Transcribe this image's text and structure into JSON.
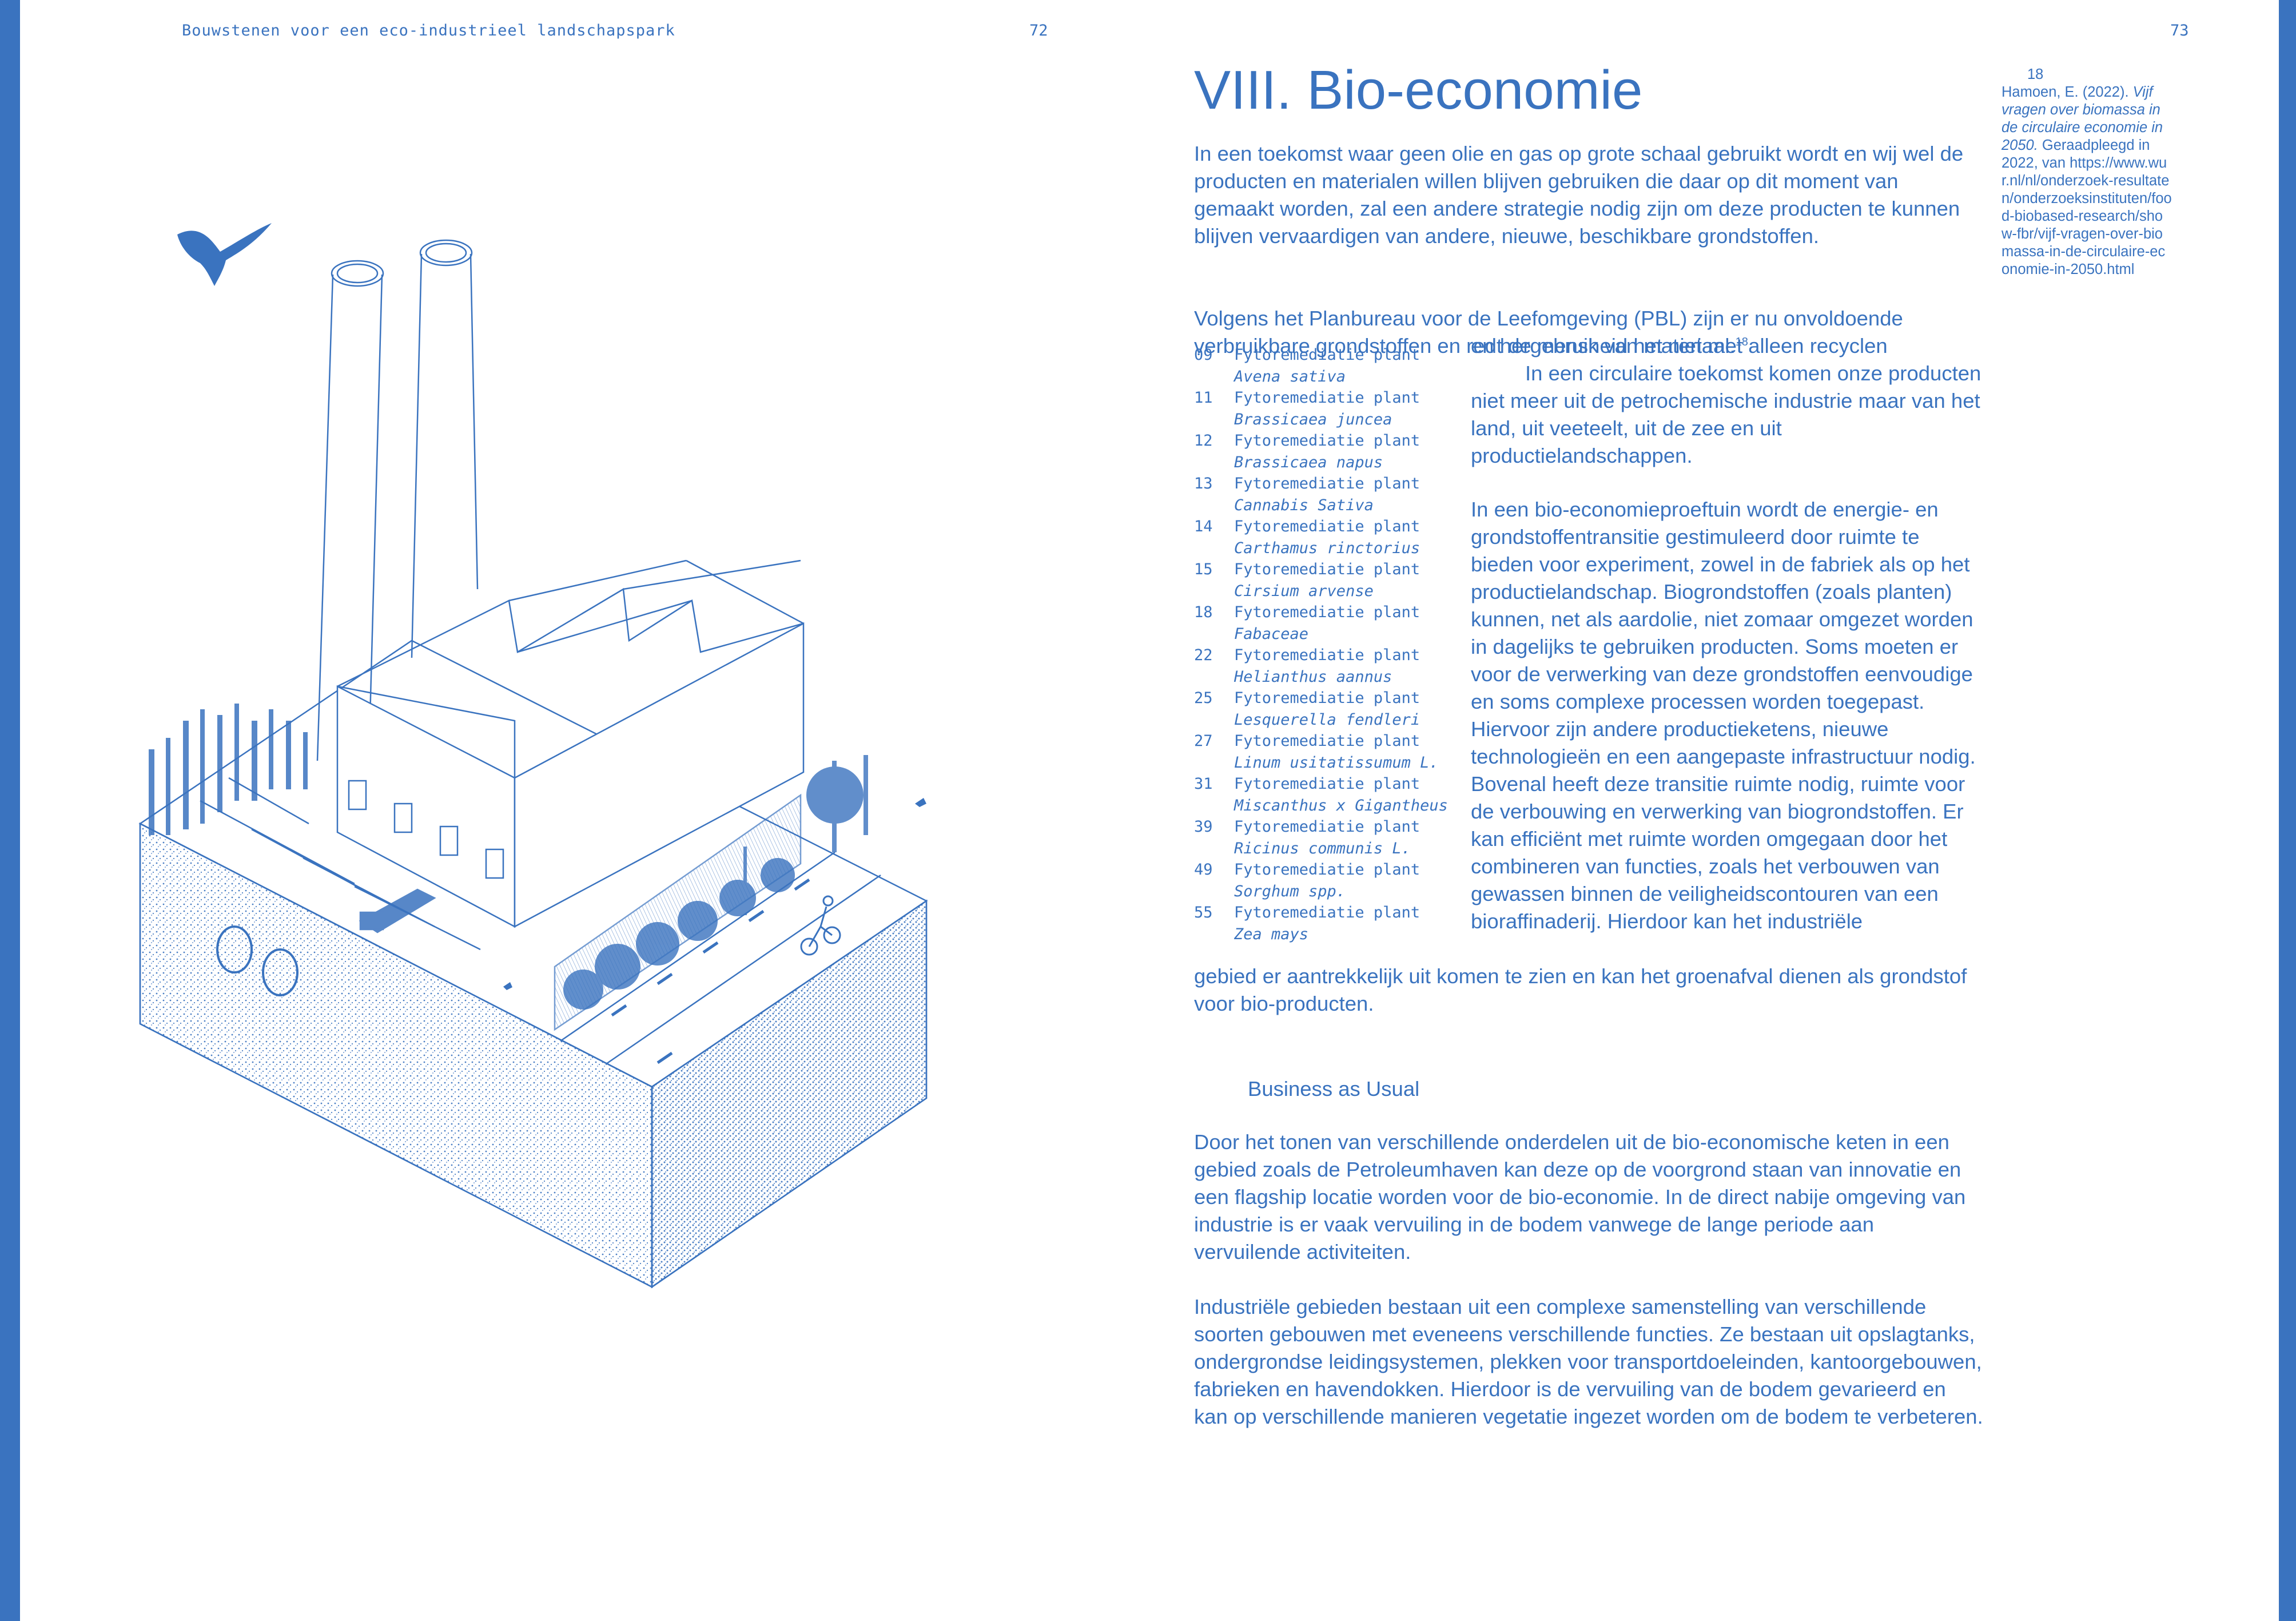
{
  "header": {
    "running_title": "Bouwstenen voor een eco-industrieel landschapspark",
    "page_left": "72",
    "page_right": "73"
  },
  "chapter": {
    "title": "VIII. Bio-economie"
  },
  "paragraphs": {
    "intro": "In een toekomst waar geen olie en gas op grote schaal gebruikt wordt en wij wel de producten en materialen willen blijven gebruiken die daar op dit moment van gemaakt worden, zal een andere strategie nodig zijn om deze producten te kunnen blijven vervaardigen van andere, nieuwe, beschikbare grondstoffen.",
    "pbl_a": "Volgens het Planbureau voor de Leefomgeving (PBL) zijn er nu onvoldoende verbruikbare grondstoffen en redt de mensheid het niet met alleen recyclen",
    "pbl_b": "en hergebruik van materiaal.",
    "pbl_ref": "18",
    "pbl_c": "In een circulaire toekomst komen onze producten niet meer uit de petrochemische industrie maar van het land, uit veeteelt, uit de zee en uit productielandschappen.",
    "proeftuin": "In een bio-economieproeftuin wordt de energie- en grondstoffentransitie gestimuleerd door ruimte te bieden voor experiment, zowel in de fabriek als op het productielandschap. Biogrondstoffen (zoals planten) kunnen, net als aardolie, niet zomaar omgezet worden in dagelijks te gebruiken producten. Soms moeten er voor de verwerking van deze grondstoffen eenvoudige en soms complexe processen worden toegepast. Hiervoor zijn andere productieketens, nieuwe technologieën en een aangepaste infrastructuur nodig. Bovenal heeft deze transitie ruimte nodig, ruimte voor de verbouwing en verwerking van biogrondstoffen. Er kan efficiënt met ruimte worden omgegaan door het combineren van functies, zoals het verbouwen van gewassen binnen de veiligheidscontouren van een bioraffinaderij. Hierdoor kan het industriële",
    "proeftuin_cont": "gebied er aantrekkelijk uit komen te zien en kan het groenafval dienen als grondstof voor bio-producten.",
    "subheading": "Business as Usual",
    "bau_1": "Door het tonen van verschillende onderdelen uit de bio-economische keten in een gebied zoals de Petroleumhaven kan deze op de voorgrond staan van innovatie en een flagship locatie worden voor de bio-economie. In de direct nabije omgeving van industrie is er vaak vervuiling in de bodem vanwege de lange periode aan vervuilende activiteiten.",
    "bau_2": "Industriële gebieden bestaan uit een complexe samenstelling van verschillende soorten gebouwen met eveneens verschillende functies. Ze bestaan uit opslagtanks, ondergrondse leidingsystemen, plekken voor transportdoeleinden, kantoorgebouwen, fabrieken en havendokken. Hierdoor is de vervuiling van de bodem gevarieerd en kan op verschillende manieren vegetatie ingezet worden om de bodem te verbeteren."
  },
  "plant_legend": [
    {
      "num": "09",
      "label": "Fytoremediatie plant",
      "species": "Avena sativa"
    },
    {
      "num": "11",
      "label": "Fytoremediatie plant",
      "species": "Brassicaea juncea"
    },
    {
      "num": "12",
      "label": "Fytoremediatie plant",
      "species": "Brassicaea napus"
    },
    {
      "num": "13",
      "label": "Fytoremediatie plant",
      "species": "Cannabis Sativa"
    },
    {
      "num": "14",
      "label": "Fytoremediatie plant",
      "species": "Carthamus rinctorius"
    },
    {
      "num": "15",
      "label": "Fytoremediatie plant",
      "species": "Cirsium arvense"
    },
    {
      "num": "18",
      "label": "Fytoremediatie plant",
      "species": "Fabaceae"
    },
    {
      "num": "22",
      "label": "Fytoremediatie plant",
      "species": "Helianthus aannus"
    },
    {
      "num": "25",
      "label": "Fytoremediatie plant",
      "species": "Lesquerella fendleri"
    },
    {
      "num": "27",
      "label": "Fytoremediatie plant",
      "species": "Linum usitatissumum L."
    },
    {
      "num": "31",
      "label": "Fytoremediatie plant",
      "species": "Miscanthus x Gigantheus"
    },
    {
      "num": "39",
      "label": "Fytoremediatie plant",
      "species": "Ricinus communis L."
    },
    {
      "num": "49",
      "label": "Fytoremediatie plant",
      "species": "Sorghum spp."
    },
    {
      "num": "55",
      "label": "Fytoremediatie plant",
      "species": "Zea mays"
    }
  ],
  "footnote": {
    "number": "18",
    "author": "Hamoen, E. (2022).",
    "title": "Vijf vragen over biomassa in de circulaire economie in 2050.",
    "accessed": "Geraadpleegd in 2022, van",
    "url": "https://www.wur.nl/nl/onderzoek-resultaten/onderzoeksinstituten/food-biobased-research/show-fbr/vijf-vragen-over-biomassa-in-de-circulaire-economie-in-2050.html"
  },
  "colors": {
    "accent": "#3a73bf",
    "paper": "#ffffff"
  }
}
